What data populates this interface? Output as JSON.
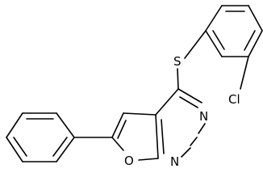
{
  "molecule": {
    "atoms": {
      "sulfur": "S",
      "chlorine": "Cl",
      "pyrimidine_n_top": "N",
      "pyrimidine_n_bottom": "N",
      "furan_oxygen": "O"
    }
  }
}
